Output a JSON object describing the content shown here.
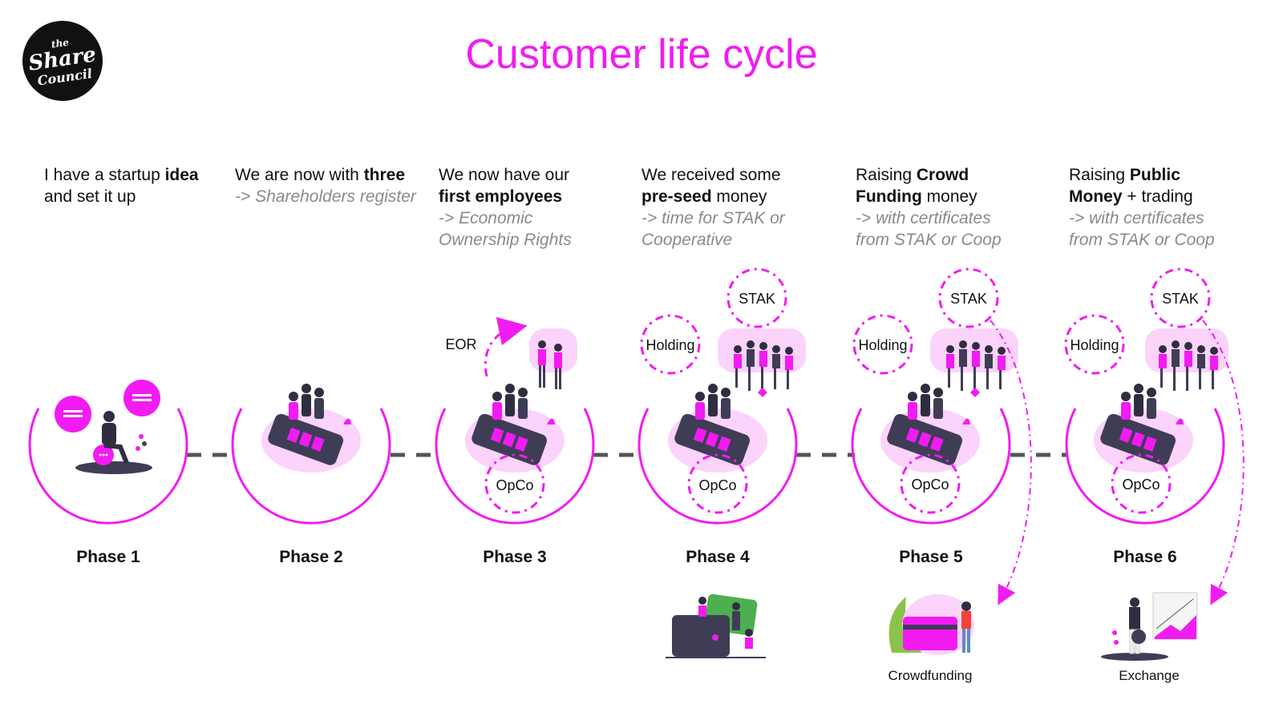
{
  "logo": {
    "line1": "the",
    "line2": "Share",
    "line3": "Council"
  },
  "title": "Customer life cycle",
  "colors": {
    "accent": "#f21bf2",
    "light_accent": "#fbd3fb",
    "dark": "#3f3d56",
    "dash": "#555555"
  },
  "phases": [
    {
      "label": "Phase 1",
      "text": {
        "pre": "I have a startup ",
        "bold": "idea",
        "post": " and set it up",
        "sub": ""
      }
    },
    {
      "label": "Phase 2",
      "text": {
        "pre": "We are now with ",
        "bold": "three",
        "post": "",
        "sub": "-> Shareholders register"
      }
    },
    {
      "label": "Phase 3",
      "text": {
        "pre": "We now have our ",
        "bold": "first employees",
        "post": "",
        "sub": "-> Economic Ownership Rights"
      }
    },
    {
      "label": "Phase 4",
      "text": {
        "pre": "We received some ",
        "bold": "pre-seed",
        "post": " money",
        "sub": "-> time for STAK or Cooperative"
      }
    },
    {
      "label": "Phase 5",
      "text": {
        "pre": "Raising ",
        "bold": "Crowd Funding",
        "post": " money",
        "sub": "-> with certificates from STAK or Coop"
      }
    },
    {
      "label": "Phase 6",
      "text": {
        "pre": "Raising ",
        "bold": "Public Money",
        "post": " + trading",
        "sub": "-> with certificates from STAK or Coop"
      }
    }
  ],
  "nodes": {
    "eor": "EOR",
    "opco": "OpCo",
    "holding": "Holding",
    "stak": "STAK"
  },
  "bottom": {
    "crowdfunding": "Crowdfunding",
    "exchange": "Exchange"
  },
  "icons": [
    "chat-bubble-icon",
    "person-sitting-icon",
    "phone-illustration-icon",
    "team-illustration-icon",
    "wallet-illustration-icon",
    "credit-card-illustration-icon",
    "chart-illustration-icon"
  ]
}
